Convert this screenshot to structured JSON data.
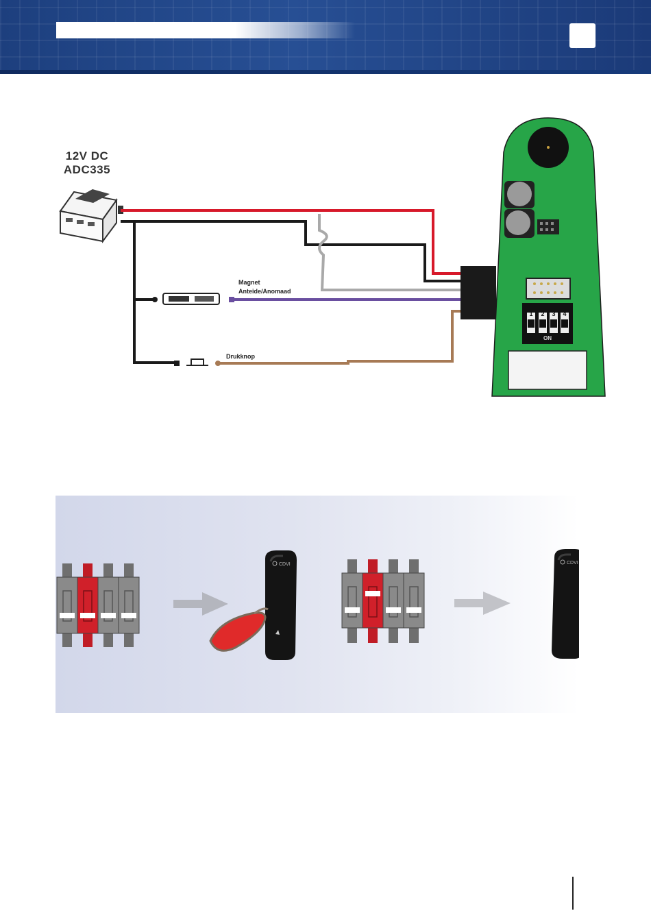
{
  "psu": {
    "label_line1": "12V DC",
    "label_line2": "ADC335"
  },
  "wiring": {
    "magnet_label_line1": "Magnet",
    "magnet_label_line2": "Anteide/Anomaad",
    "exit_label": "Drukknop"
  },
  "board": {
    "dip_numbers": [
      "1",
      "2",
      "3",
      "4"
    ],
    "dip_caption": "ON"
  },
  "colors": {
    "header_blue": "#1d3f7e",
    "board_green": "#27a548",
    "wire_red": "#d7192a",
    "wire_black": "#1a1a1a",
    "wire_grey": "#a9a9a9",
    "wire_purple": "#6a4fa0",
    "wire_brown": "#a77a55",
    "switch_grey": "#8a8a8a",
    "switch_red": "#d0202a"
  },
  "reader": {
    "brand": "CDVI"
  }
}
